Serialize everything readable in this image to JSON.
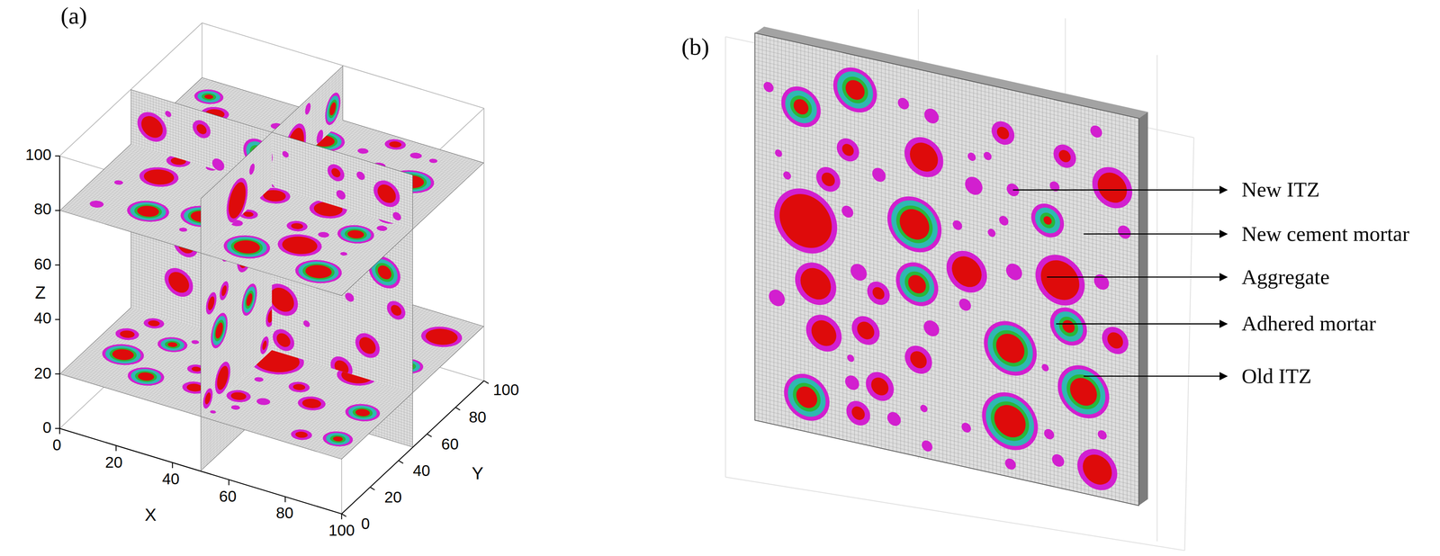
{
  "diagram": {
    "labels": [
      "(a)",
      "(b)",
      "100",
      "80",
      "60",
      "40",
      "20",
      "0",
      "Z",
      "0",
      "20",
      "40",
      "60",
      "80",
      "100",
      "X",
      "0",
      "20",
      "40",
      "60",
      "80",
      "100",
      "Y",
      "New ITZ",
      "New cement mortar",
      "Aggregate",
      "Adhered mortar",
      "Old ITZ"
    ]
  }
}
